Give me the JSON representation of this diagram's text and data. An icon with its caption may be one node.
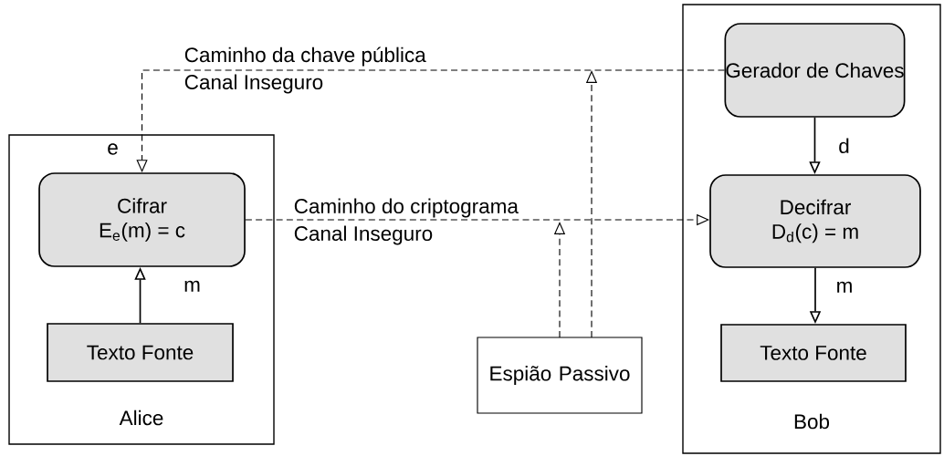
{
  "diagram": {
    "nodes": [
      {
        "text": [
          "Alice"
        ]
      },
      {
        "text": [
          "Cifrar",
          "E$_{e}$(m) = c"
        ],
        "in": 0
      },
      {
        "text": [
          "Texto Fonte"
        ],
        "in": 0
      },
      {
        "text": [
          "Espião Passivo"
        ]
      },
      {
        "text": [
          "Bob"
        ]
      },
      {
        "text": [
          "Gerador de Chaves"
        ],
        "in": 4
      },
      {
        "text": [
          "Decifrar",
          "D$_{d}$(c) = m"
        ],
        "in": 4
      },
      {
        "text": [
          "Texto Fonte"
        ],
        "in": 4
      }
    ],
    "edges": [
      {
        "from": 5,
        "to": 1,
        "arrow": "to",
        "style": "dashed",
        "label": "e"
      },
      {
        "from": 1,
        "to": 6,
        "arrow": "to",
        "style": "dashed"
      },
      {
        "from": 2,
        "to": 1,
        "arrow": "to",
        "label": "m"
      },
      {
        "from": 5,
        "to": 6,
        "arrow": "to",
        "label": "d"
      },
      {
        "from": 6,
        "to": 7,
        "arrow": "to",
        "label": "m"
      },
      {
        "from": 3,
        "to": null,
        "arrow": "to",
        "style": "dashed"
      },
      {
        "from": 3,
        "to": null,
        "arrow": "to",
        "style": "dashed"
      }
    ],
    "labels": [
      "Caminho da chave pública",
      "Canal Inseguro",
      "Caminho do criptograma",
      "Canal Inseguro"
    ]
  }
}
